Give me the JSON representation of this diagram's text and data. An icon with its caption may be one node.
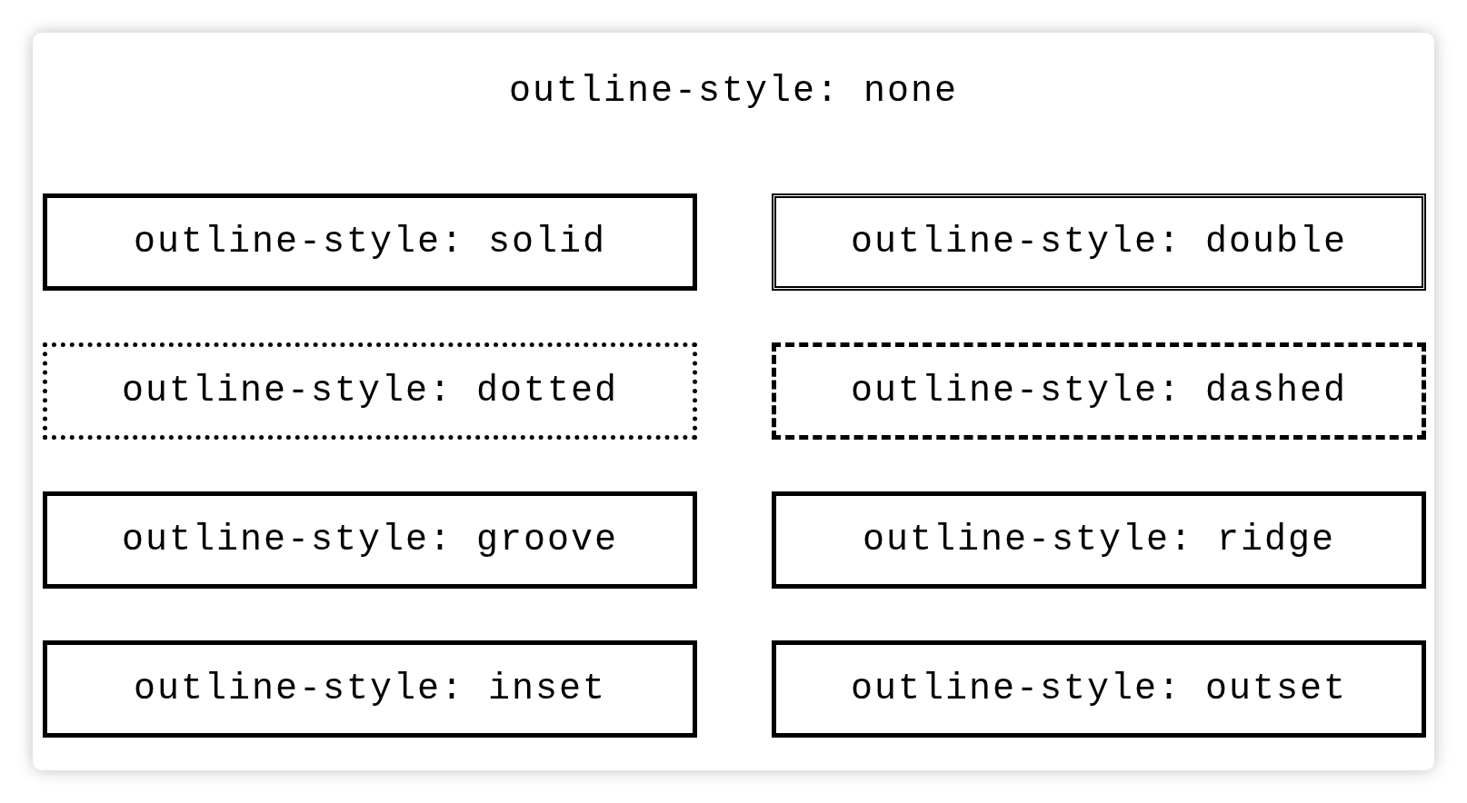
{
  "diagram": {
    "nodes": [
      {
        "text": [
          "outline-style: solid"
        ]
      },
      {
        "text": [
          "outline-style: double"
        ]
      },
      {
        "text": [
          "outline-style: dotted"
        ]
      },
      {
        "text": [
          "outline-style: dashed"
        ]
      },
      {
        "text": [
          "outline-style: groove"
        ]
      },
      {
        "text": [
          "outline-style: ridge"
        ]
      },
      {
        "text": [
          "outline-style: inset"
        ]
      },
      {
        "text": [
          "outline-style: outset"
        ]
      }
    ],
    "edges": [],
    "labels": [
      "outline-style: none"
    ]
  }
}
